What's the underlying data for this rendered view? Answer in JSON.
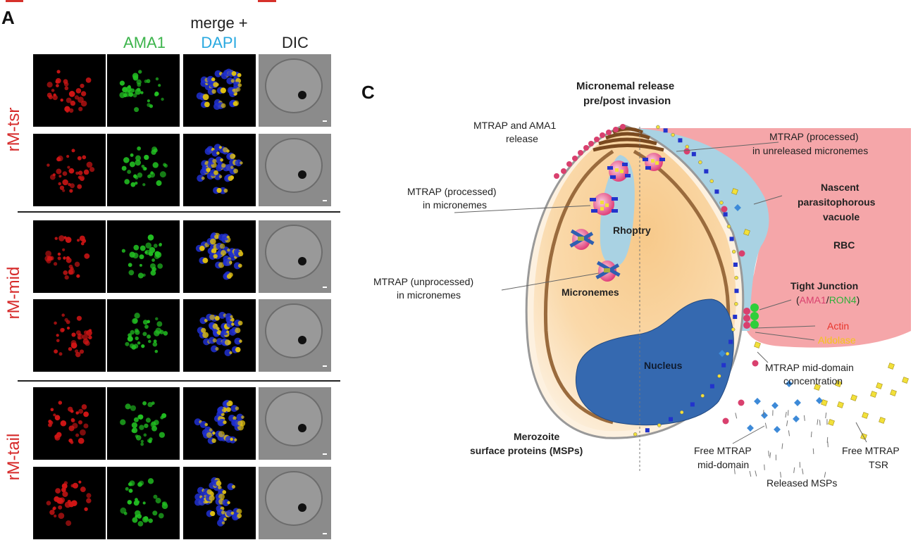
{
  "panel_a": {
    "letter": "A",
    "columns": [
      {
        "label": "",
        "color": "#d62a2a"
      },
      {
        "label": "AMA1",
        "color": "#3cb44b"
      },
      {
        "label_line1": "merge +",
        "label_line2": "DAPI",
        "color": "#29a9e0"
      },
      {
        "label": "DIC",
        "color": "#222222"
      }
    ],
    "rows": [
      {
        "label": "rM-tsr",
        "images": [
          "MTRAP rM-tsr red channel",
          "AMA1 green channel",
          "merge + DAPI",
          "DIC"
        ]
      },
      {
        "label": "rM-mid",
        "images": [
          "MTRAP rM-mid red channel",
          "AMA1 green channel",
          "merge + DAPI",
          "DIC"
        ]
      },
      {
        "label": "rM-tail",
        "images": [
          "MTRAP rM-tail red channel",
          "AMA1 green channel",
          "merge + DAPI",
          "DIC"
        ]
      }
    ]
  },
  "panel_c": {
    "letter": "C",
    "title_line1": "Micronemal release",
    "title_line2": "pre/post invasion",
    "labels": {
      "mtrap_ama1_release_1": "MTRAP and AMA1",
      "mtrap_ama1_release_2": "release",
      "processed_micronemes_1": "MTRAP (processed)",
      "processed_micronemes_2": "in micronemes",
      "unprocessed_micronemes_1": "MTRAP (unprocessed)",
      "unprocessed_micronemes_2": "in micronemes",
      "unreleased_1": "MTRAP (processed)",
      "unreleased_2": "in unreleased micronemes",
      "vacuole_1": "Nascent",
      "vacuole_2": "parasitophorous",
      "vacuole_3": "vacuole",
      "rbc": "RBC",
      "tight_junction": "Tight Junction",
      "tj_ama1": "AMA1",
      "tj_ron4": "RON4",
      "actin": "Actin",
      "aldolase": "Aldolase",
      "mid_conc_1": "MTRAP mid-domain",
      "mid_conc_2": "concentration",
      "rhoptry": "Rhoptry",
      "micronemes": "Micronemes",
      "nucleus": "Nucleus",
      "msp_1": "Merozoite",
      "msp_2": "surface proteins (MSPs)",
      "free_mid_1": "Free MTRAP",
      "free_mid_2": "mid-domain",
      "free_tsr_1": "Free MTRAP",
      "free_tsr_2": "TSR",
      "released_msps": "Released MSPs"
    },
    "colors": {
      "rbc": "#f5a3a6",
      "vacuole": "#a9d2e3",
      "cytoplasm": "#f9d8a3",
      "nucleus": "#3569b0",
      "imc": "#9a6b3d",
      "ama1_dot": "#d9406e",
      "ron4_dot": "#2fcf3a",
      "mtrap_mid": "#2233cc",
      "mtrap_tsr": "#f2e03a",
      "actin": "#e8352c",
      "aldolase": "#f5c518"
    }
  }
}
